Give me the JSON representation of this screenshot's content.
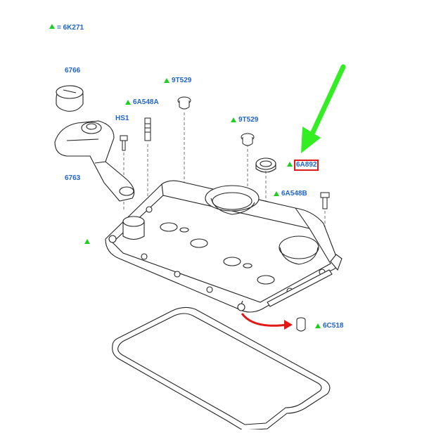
{
  "legend": {
    "symbol": "triangle-icon",
    "text": "= 6K271"
  },
  "colors": {
    "label": "#1f64c8",
    "marker": "#22cc22",
    "highlight": "#e01818",
    "arrow": "#22ee22",
    "line": "#222222"
  },
  "labels": {
    "oil_filler_cap": "6766",
    "filler_neck": "6763",
    "bolt_hs1": "HS1",
    "stud_6a548a": "6A548A",
    "grommet_9t529_a": "9T529",
    "grommet_9t529_b": "9T529",
    "seal_6a892": "6A892",
    "bolt_6a548b": "6A548B",
    "plug_6c518": "6C518"
  }
}
